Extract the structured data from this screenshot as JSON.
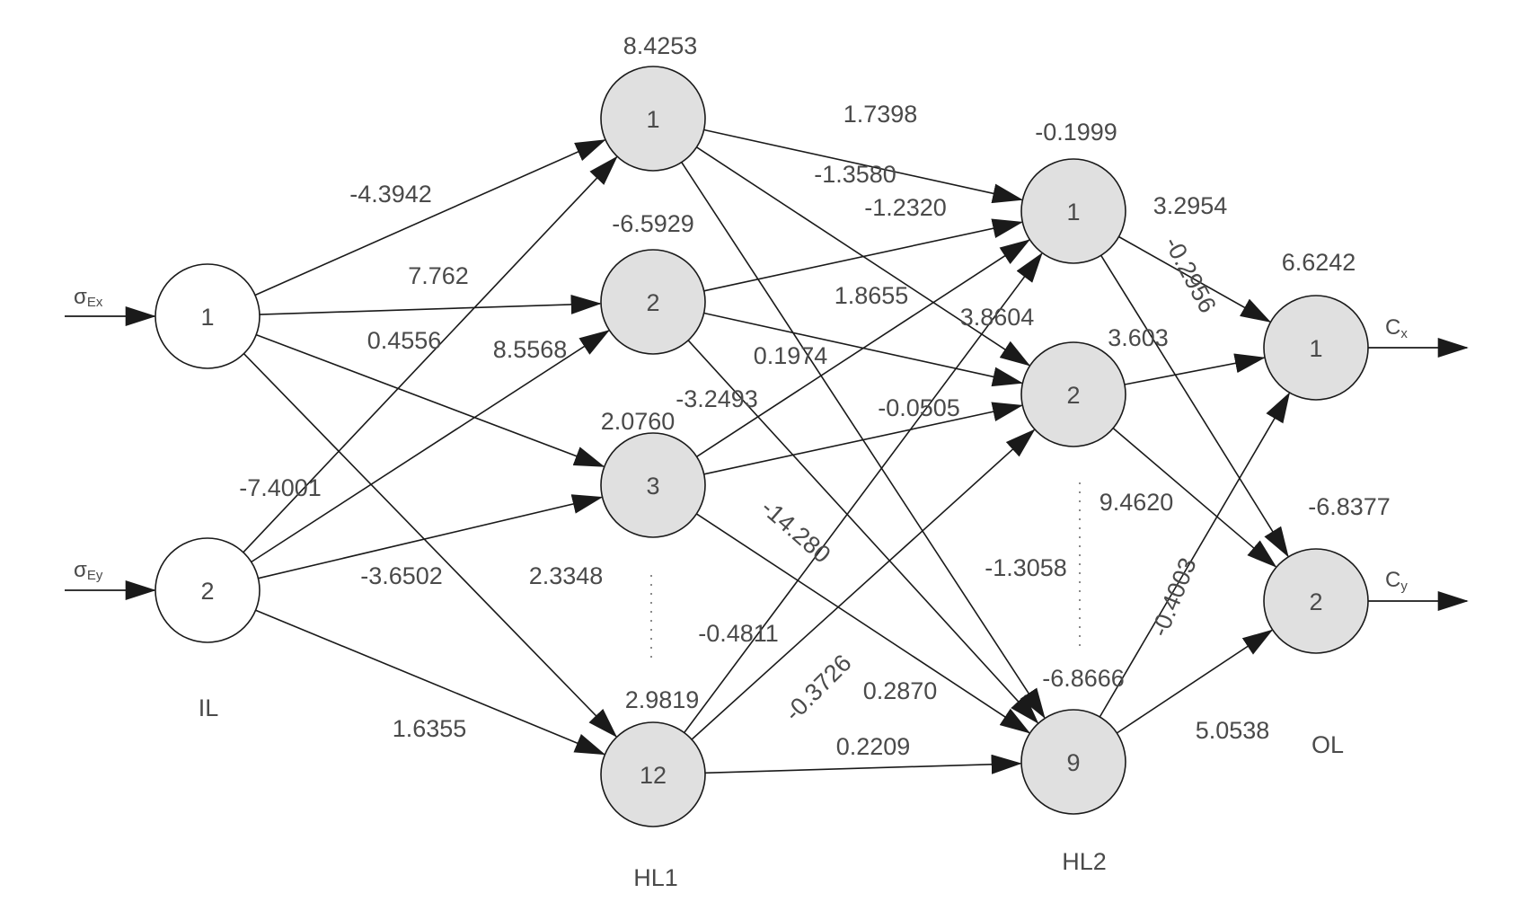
{
  "layers": {
    "il": {
      "label": "IL",
      "nodes": [
        {
          "id": "1"
        },
        {
          "id": "2"
        }
      ]
    },
    "hl1": {
      "label": "HL1",
      "nodes": [
        {
          "id": "1",
          "bias": "8.4253"
        },
        {
          "id": "2",
          "bias": "-6.5929"
        },
        {
          "id": "3",
          "bias": "2.0760"
        },
        {
          "id": "12",
          "bias": "2.9819"
        }
      ]
    },
    "hl2": {
      "label": "HL2",
      "nodes": [
        {
          "id": "1",
          "bias": "-0.1999"
        },
        {
          "id": "2",
          "bias": "3.8604"
        },
        {
          "id": "9",
          "bias": "-6.8666"
        }
      ]
    },
    "ol": {
      "label": "OL",
      "nodes": [
        {
          "id": "1",
          "bias": "6.6242"
        },
        {
          "id": "2",
          "bias": "-6.8377"
        }
      ]
    }
  },
  "inputs": [
    {
      "symbol": "σ",
      "sub": "Ex"
    },
    {
      "symbol": "σ",
      "sub": "Ey"
    }
  ],
  "outputs": [
    {
      "symbol": "C",
      "sub": "x"
    },
    {
      "symbol": "C",
      "sub": "y"
    }
  ],
  "weights": {
    "il_hl1": [
      "-4.3942",
      "7.762",
      "0.4556",
      "2.3348",
      "-7.4001",
      "8.5568",
      "-3.6502",
      "1.6355"
    ],
    "hl1_hl2": [
      "1.7398",
      "-1.3580",
      "-1.2320",
      "1.8655",
      "0.1974",
      "-3.2493",
      "-0.0505",
      "-14.280",
      "-1.3058",
      "-0.4811",
      "-0.3726",
      "0.2870",
      "0.2209"
    ],
    "hl2_ol": [
      "3.2954",
      "-0.2956",
      "3.603",
      "9.4620",
      "-0.4003",
      "5.0538"
    ]
  },
  "colors": {
    "node_hidden": "#e0e0e0",
    "node_input": "#ffffff",
    "stroke": "#1a1a1a"
  }
}
